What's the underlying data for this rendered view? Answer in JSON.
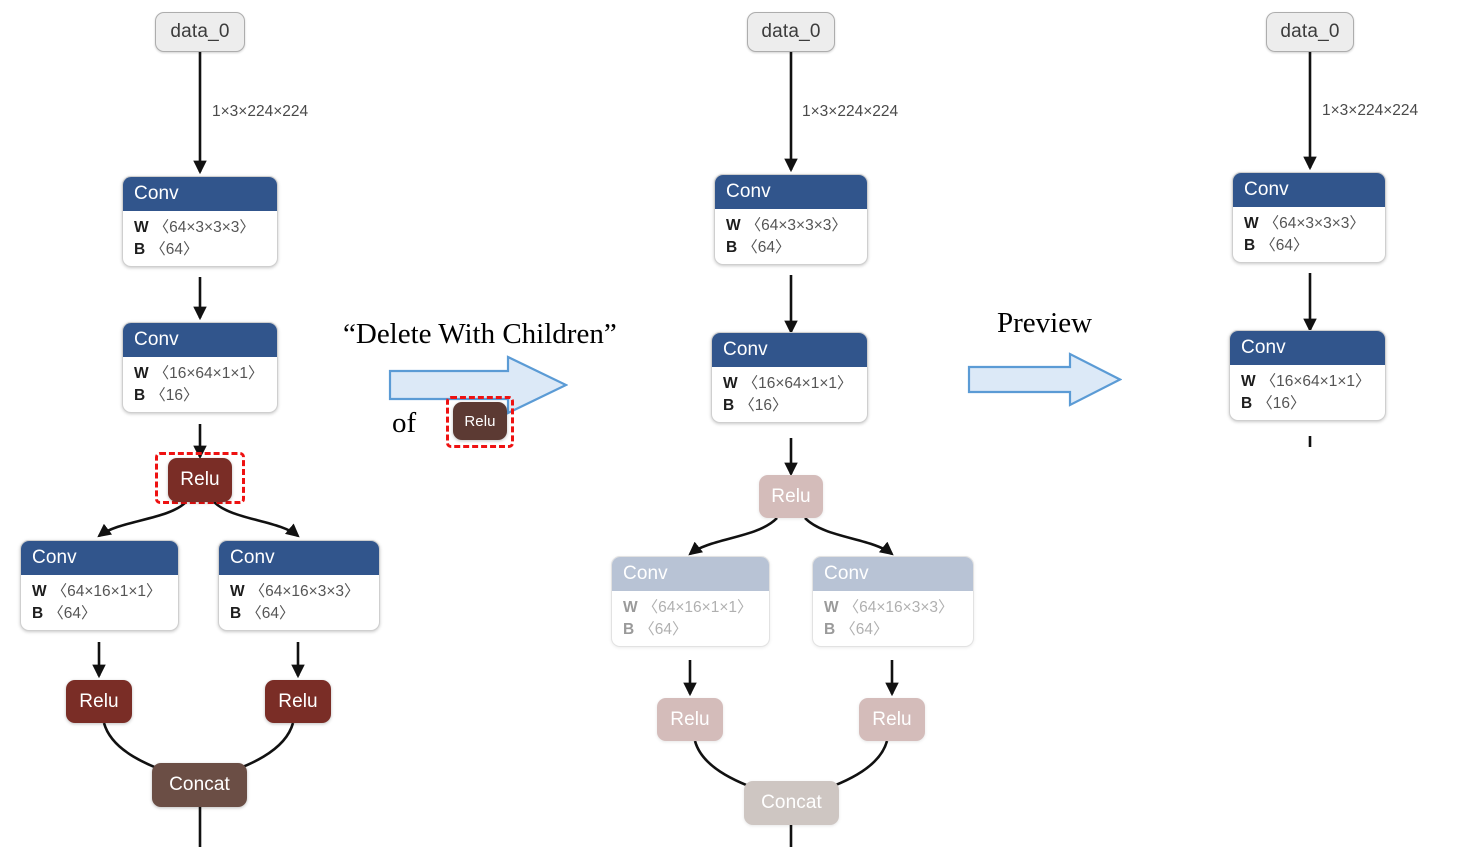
{
  "figure": {
    "title": "Delete With Children preview of an ONNX graph node",
    "accent_blue": "#31558C",
    "accent_maroon": "#7A2D26",
    "accent_brown": "#6B4E45",
    "faded_blue": "#B8C3D5",
    "faded_maroon": "#D4BCBA",
    "faded_brown": "#CEC6C2",
    "selection_color": "#EE1111",
    "arrow_fill": "#DCE9F7",
    "arrow_stroke": "#5B9BD5"
  },
  "annotations": {
    "action_label": "“Delete With Children”",
    "action_of": "of",
    "action_target": "Relu",
    "preview_label": "Preview",
    "arrow1_name": "delete-with-children-arrow",
    "arrow2_name": "preview-arrow"
  },
  "edge_label": "1×3×224×224",
  "labels": {
    "data": "data_0",
    "conv": "Conv",
    "relu": "Relu",
    "concat": "Concat",
    "w_key": "W",
    "b_key": "B"
  },
  "columns": [
    {
      "id": "original",
      "name": "graph-original",
      "nodes": {
        "data0": "data_0",
        "conv1": {
          "title": "Conv",
          "w": "〈64×3×3×3〉",
          "b": "〈64〉"
        },
        "conv2": {
          "title": "Conv",
          "w": "〈16×64×1×1〉",
          "b": "〈16〉"
        },
        "relu1": "Relu",
        "conv3": {
          "title": "Conv",
          "w": "〈64×16×1×1〉",
          "b": "〈64〉"
        },
        "conv4": {
          "title": "Conv",
          "w": "〈64×16×3×3〉",
          "b": "〈64〉"
        },
        "relu2": "Relu",
        "relu3": "Relu",
        "concat": "Concat"
      }
    },
    {
      "id": "preview",
      "name": "graph-preview",
      "nodes": {
        "data0": "data_0",
        "conv1": {
          "title": "Conv",
          "w": "〈64×3×3×3〉",
          "b": "〈64〉"
        },
        "conv2": {
          "title": "Conv",
          "w": "〈16×64×1×1〉",
          "b": "〈16〉"
        },
        "relu1": "Relu",
        "conv3": {
          "title": "Conv",
          "w": "〈64×16×1×1〉",
          "b": "〈64〉"
        },
        "conv4": {
          "title": "Conv",
          "w": "〈64×16×3×3〉",
          "b": "〈64〉"
        },
        "relu2": "Relu",
        "relu3": "Relu",
        "concat": "Concat"
      }
    },
    {
      "id": "result",
      "name": "graph-result",
      "nodes": {
        "data0": "data_0",
        "conv1": {
          "title": "Conv",
          "w": "〈64×3×3×3〉",
          "b": "〈64〉"
        },
        "conv2": {
          "title": "Conv",
          "w": "〈16×64×1×1〉",
          "b": "〈16〉"
        }
      }
    }
  ]
}
